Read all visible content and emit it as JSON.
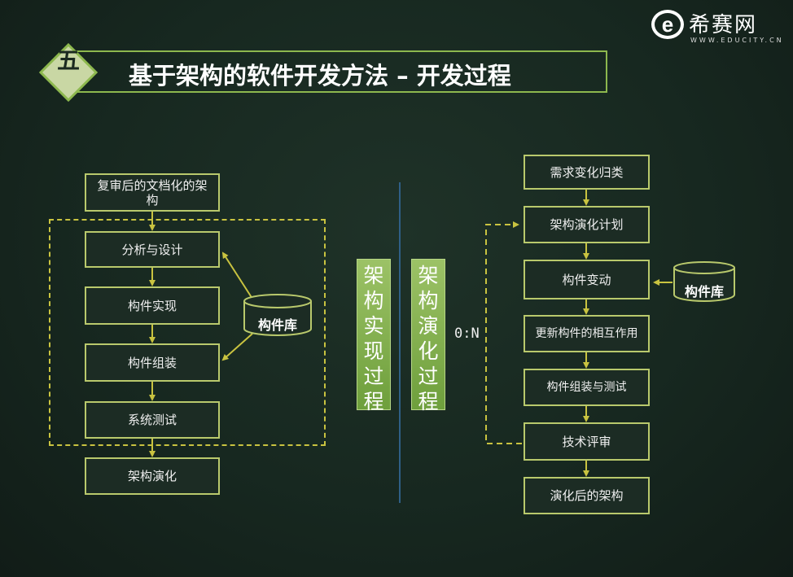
{
  "logo": {
    "glyph": "e",
    "name": "希赛网",
    "url": "WWW.EDUCITY.CN"
  },
  "title": {
    "number": "五",
    "text": "基于架构的软件开发方法 – 开发过程"
  },
  "left_flow": {
    "start": "复审后的文档化的架构",
    "steps": [
      "分析与设计",
      "构件实现",
      "构件组装",
      "系统测试"
    ],
    "end": "架构演化",
    "library": "构件库"
  },
  "center": {
    "left_label": "架构实现过程",
    "right_label": "架构演化过程",
    "ratio": "0:N"
  },
  "right_flow": {
    "steps": [
      "需求变化归类",
      "架构演化计划",
      "构件变动",
      "更新构件的相互作用",
      "构件组装与测试",
      "技术评审",
      "演化后的架构"
    ],
    "library": "构件库"
  },
  "colors": {
    "background": "#172820",
    "box_border": "#b9c96c",
    "dashed": "#c9c340",
    "accent_green": "#8db84e",
    "divider": "#2f5f86"
  }
}
